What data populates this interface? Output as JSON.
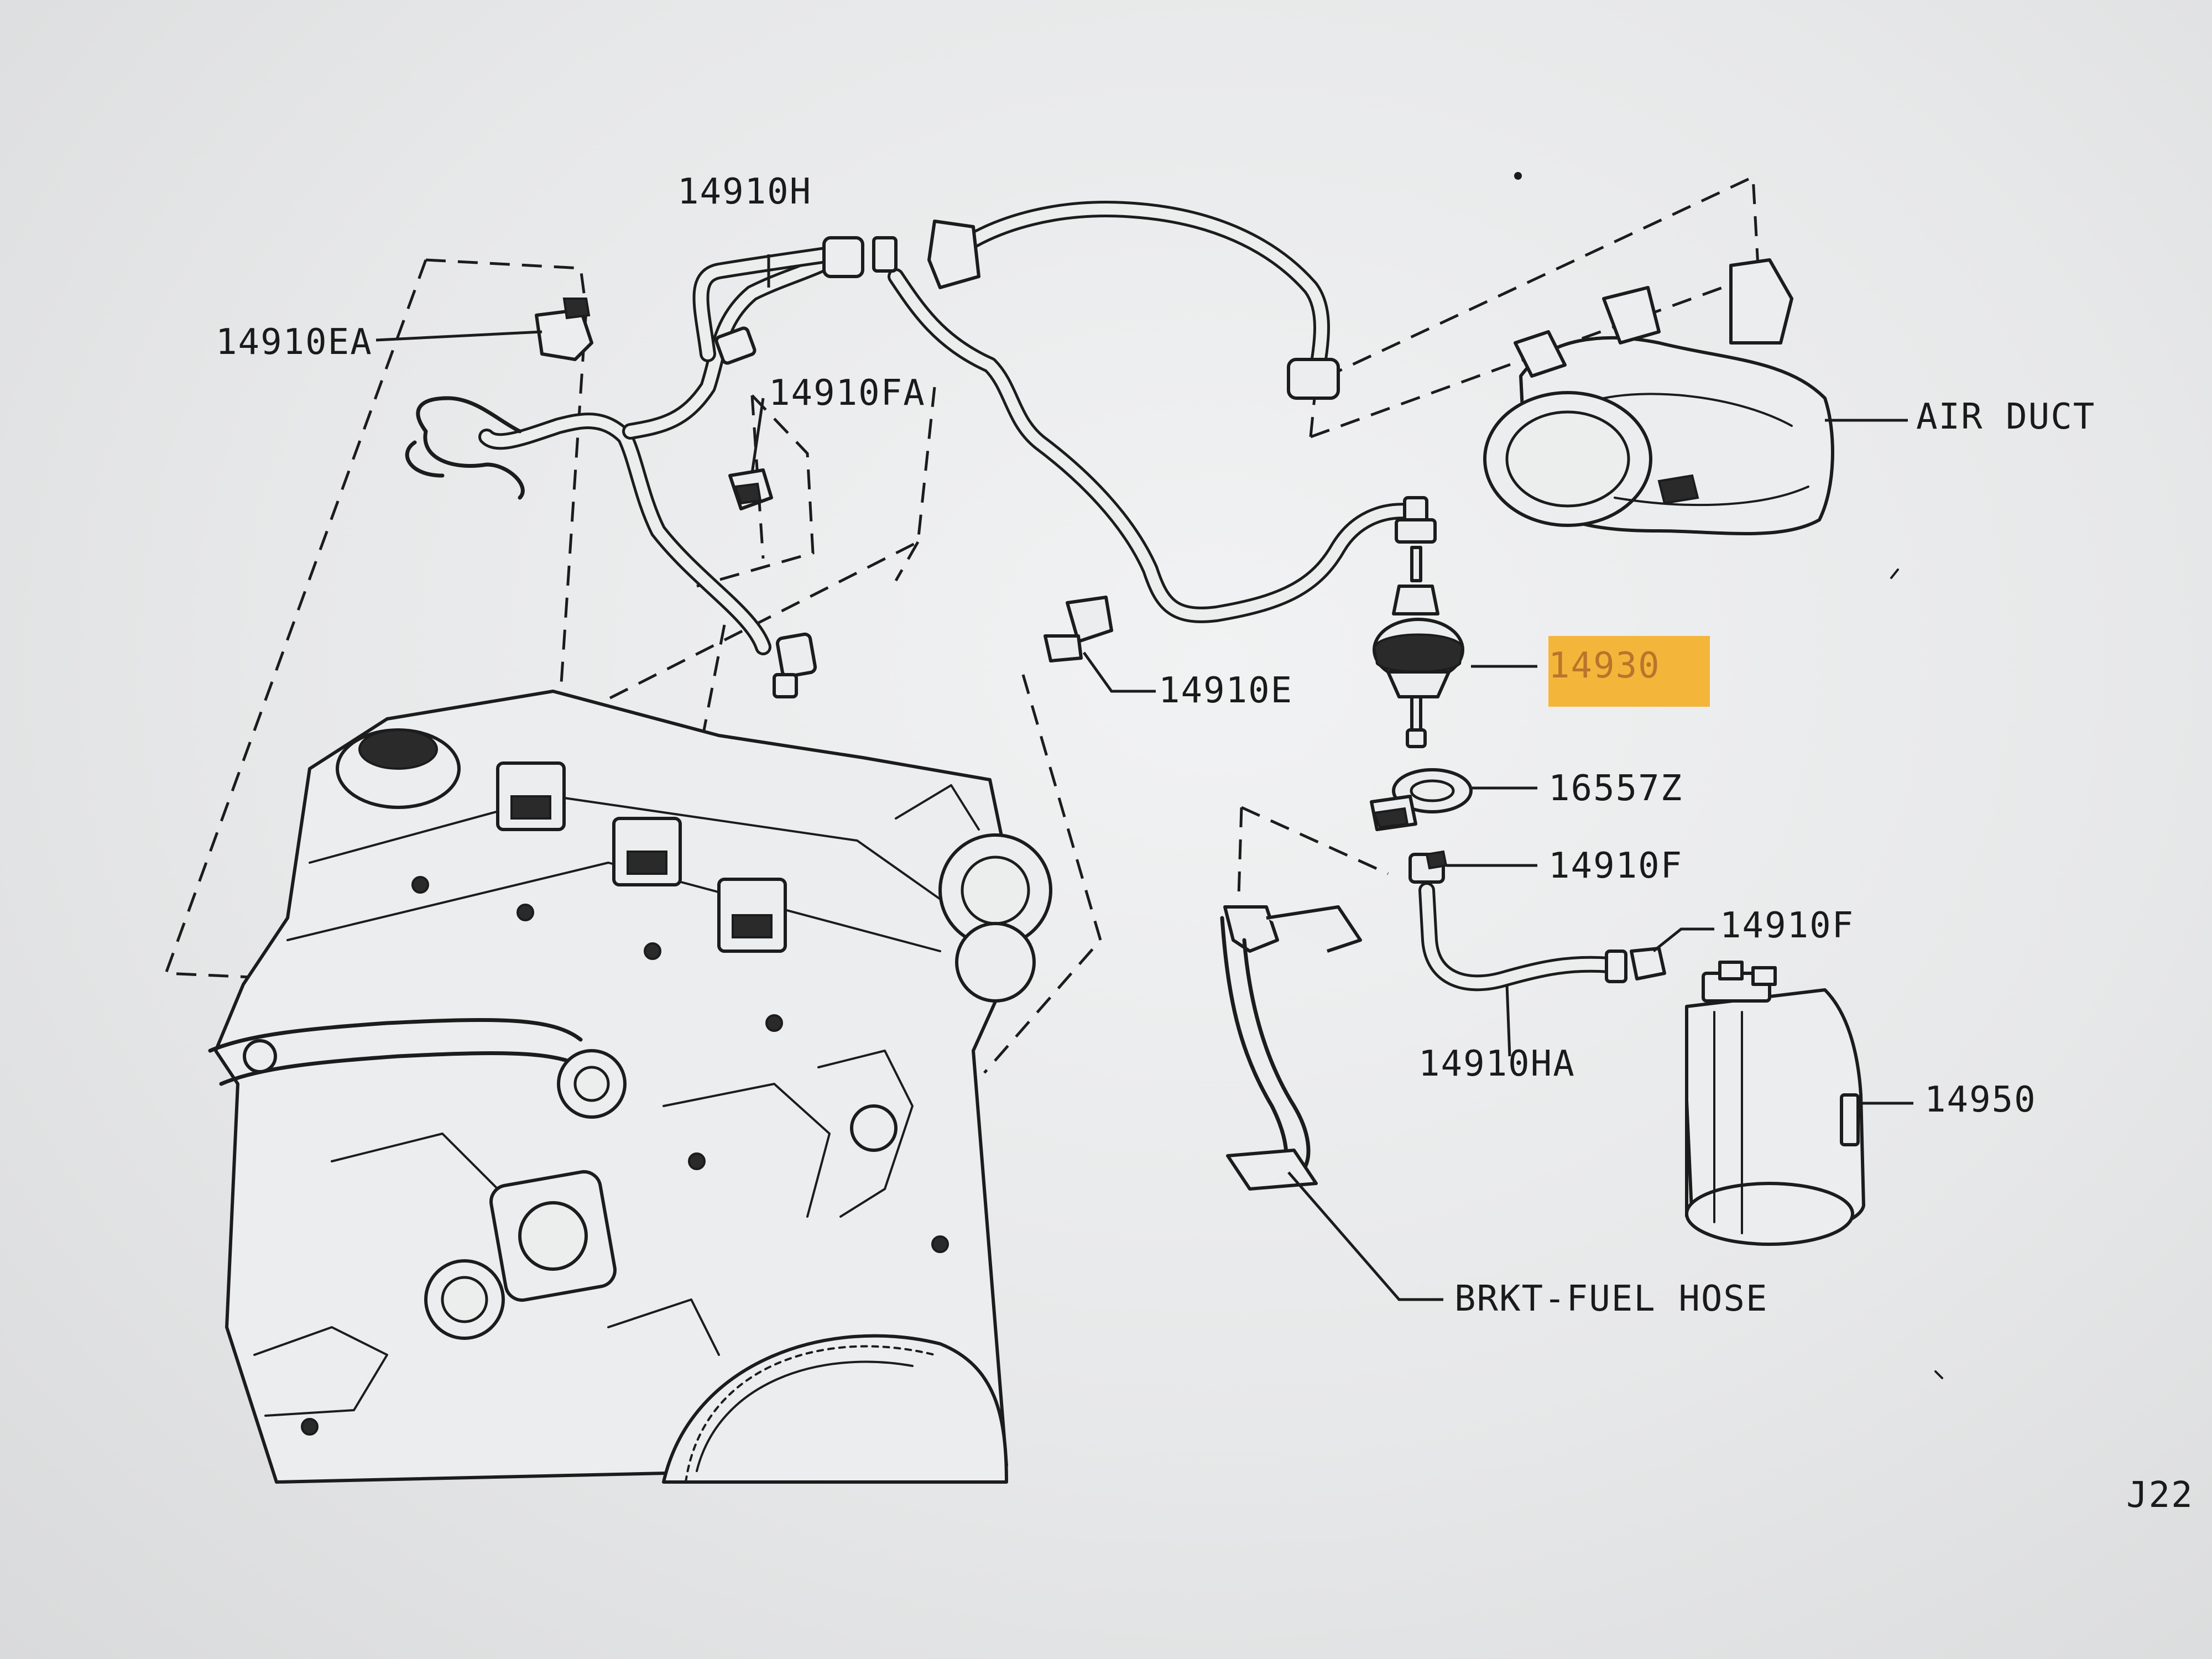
{
  "diagram": {
    "labels": {
      "p14910H": "14910H",
      "p14910EA": "14910EA",
      "p14910FA": "14910FA",
      "p14910E": "14910E",
      "p14930": "14930",
      "p16557Z": "16557Z",
      "p14910F_a": "14910F",
      "p14910F_b": "14910F",
      "p14910HA": "14910HA",
      "p14950": "14950",
      "air_duct": "AIR DUCT",
      "brkt_fuel_hose": "BRKT-FUEL HOSE",
      "code": "J22"
    },
    "colors": {
      "highlight": "#f3b63b",
      "ink": "#1c1c1c",
      "paper": "#eceded"
    }
  }
}
